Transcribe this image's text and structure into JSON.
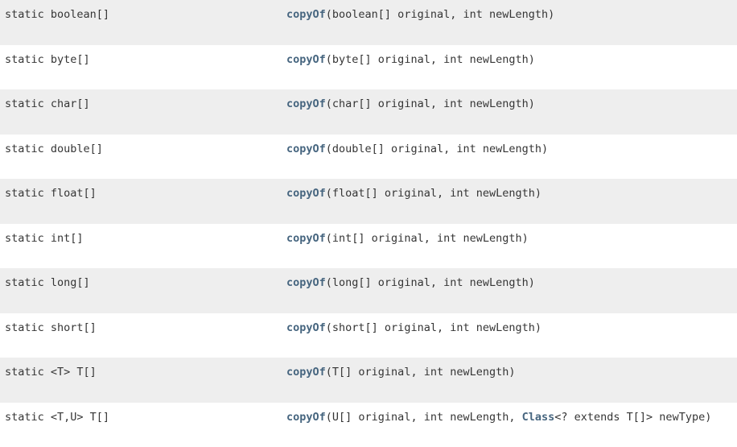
{
  "table": {
    "name": "method-summary-table",
    "link_color": "#46657f",
    "text_color": "#353535",
    "alt_row_color": "#eeeeee",
    "row_color": "#ffffff",
    "rows": [
      {
        "modifier_and_type": "static boolean[]",
        "method_name": "copyOf",
        "signature_parts": [
          {
            "text": "copyOf",
            "link": true
          },
          {
            "text": "(boolean[] original, int newLength)",
            "link": false
          }
        ]
      },
      {
        "modifier_and_type": "static byte[]",
        "method_name": "copyOf",
        "signature_parts": [
          {
            "text": "copyOf",
            "link": true
          },
          {
            "text": "(byte[] original, int newLength)",
            "link": false
          }
        ]
      },
      {
        "modifier_and_type": "static char[]",
        "method_name": "copyOf",
        "signature_parts": [
          {
            "text": "copyOf",
            "link": true
          },
          {
            "text": "(char[] original, int newLength)",
            "link": false
          }
        ]
      },
      {
        "modifier_and_type": "static double[]",
        "method_name": "copyOf",
        "signature_parts": [
          {
            "text": "copyOf",
            "link": true
          },
          {
            "text": "(double[] original, int newLength)",
            "link": false
          }
        ]
      },
      {
        "modifier_and_type": "static float[]",
        "method_name": "copyOf",
        "signature_parts": [
          {
            "text": "copyOf",
            "link": true
          },
          {
            "text": "(float[] original, int newLength)",
            "link": false
          }
        ]
      },
      {
        "modifier_and_type": "static int[]",
        "method_name": "copyOf",
        "signature_parts": [
          {
            "text": "copyOf",
            "link": true
          },
          {
            "text": "(int[] original, int newLength)",
            "link": false
          }
        ]
      },
      {
        "modifier_and_type": "static long[]",
        "method_name": "copyOf",
        "signature_parts": [
          {
            "text": "copyOf",
            "link": true
          },
          {
            "text": "(long[] original, int newLength)",
            "link": false
          }
        ]
      },
      {
        "modifier_and_type": "static short[]",
        "method_name": "copyOf",
        "signature_parts": [
          {
            "text": "copyOf",
            "link": true
          },
          {
            "text": "(short[] original, int newLength)",
            "link": false
          }
        ]
      },
      {
        "modifier_and_type": "static <T> T[]",
        "method_name": "copyOf",
        "signature_parts": [
          {
            "text": "copyOf",
            "link": true
          },
          {
            "text": "(T[] original, int newLength)",
            "link": false
          }
        ]
      },
      {
        "modifier_and_type": "static <T,U> T[]",
        "method_name": "copyOf",
        "signature_parts": [
          {
            "text": "copyOf",
            "link": true
          },
          {
            "text": "(U[] original, int newLength, ",
            "link": false
          },
          {
            "text": "Class",
            "link": true
          },
          {
            "text": "<? extends T[]> newType)",
            "link": false
          }
        ]
      }
    ]
  }
}
